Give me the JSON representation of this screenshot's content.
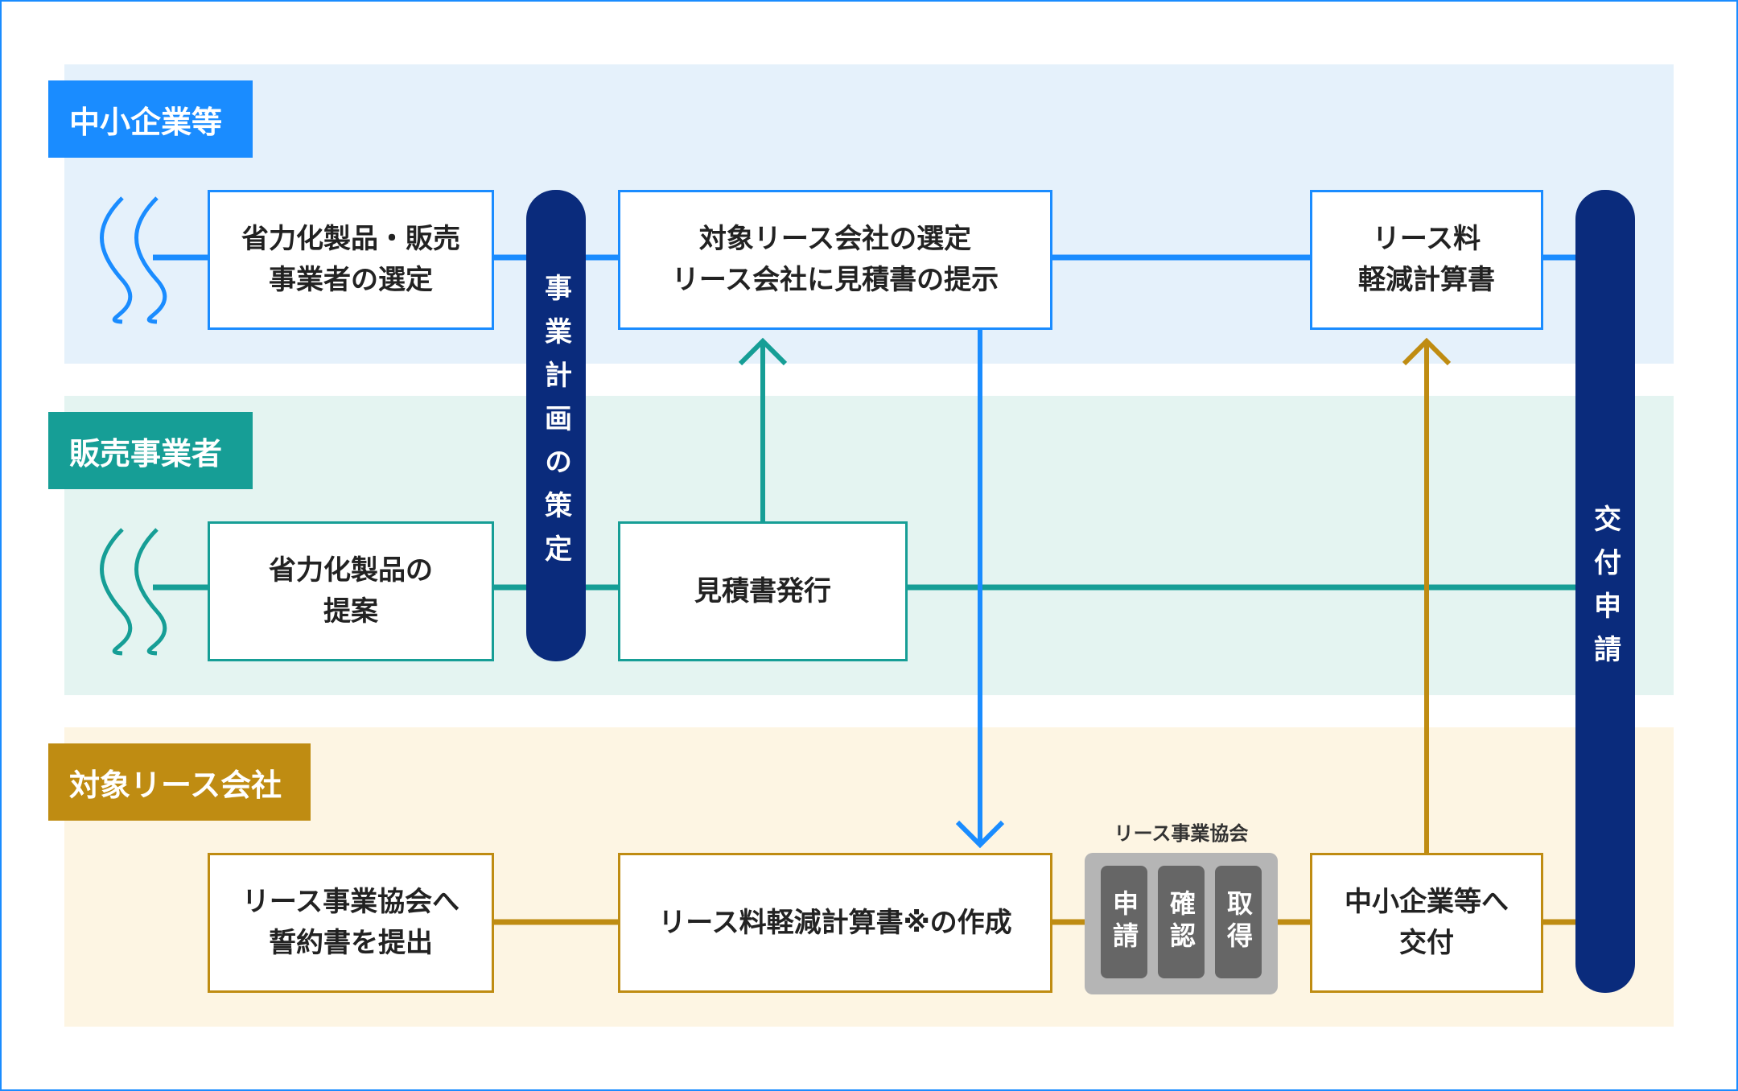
{
  "lanes": {
    "sme": "中小企業等",
    "seller": "販売事業者",
    "lease": "対象リース会社"
  },
  "boxes": {
    "select_product": "省力化製品・販売\n事業者の選定",
    "select_lease": "対象リース会社の選定\nリース会社に見積書の提示",
    "fee_calc_doc": "リース料\n軽減計算書",
    "propose_product": "省力化製品の\n提案",
    "issue_quote": "見積書発行",
    "pledge_submit": "リース事業協会へ\n誓約書を提出",
    "create_fee_calc": "リース料軽減計算書※の作成",
    "deliver_to_sme": "中小企業等へ\n交付"
  },
  "pills": {
    "business_plan": "事業計画の策定",
    "grant_application": "交付申請"
  },
  "association": {
    "title": "リース事業協会",
    "steps": [
      "申請",
      "確認",
      "取得"
    ]
  },
  "colors": {
    "sme": "#1a8cff",
    "seller": "#169e96",
    "lease": "#bf8c12",
    "pill": "#0a2b7c",
    "assoc_box": "#b5b5b5",
    "assoc_step": "#666666"
  }
}
